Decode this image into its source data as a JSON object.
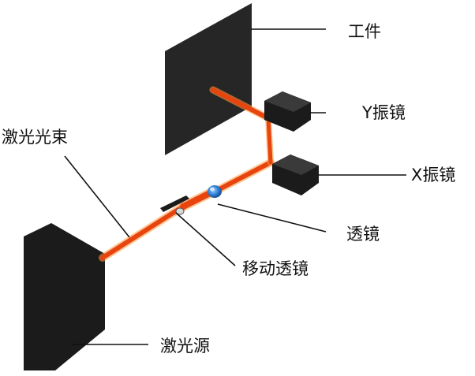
{
  "labels": {
    "workpiece": "工件",
    "y_mirror": "Y振镜",
    "x_mirror": "X振镜",
    "laser_beam": "激光光束",
    "lens": "透镜",
    "moving_lens": "移动透镜",
    "laser_source": "激光源"
  },
  "colors": {
    "beam": "#e8440f",
    "beam_glow": "#ff9a3c",
    "dark_block": "#1b1b1b",
    "workpiece_plate": "#262626",
    "lens_blue": "#2f7fd6",
    "leader_line": "#111111"
  }
}
